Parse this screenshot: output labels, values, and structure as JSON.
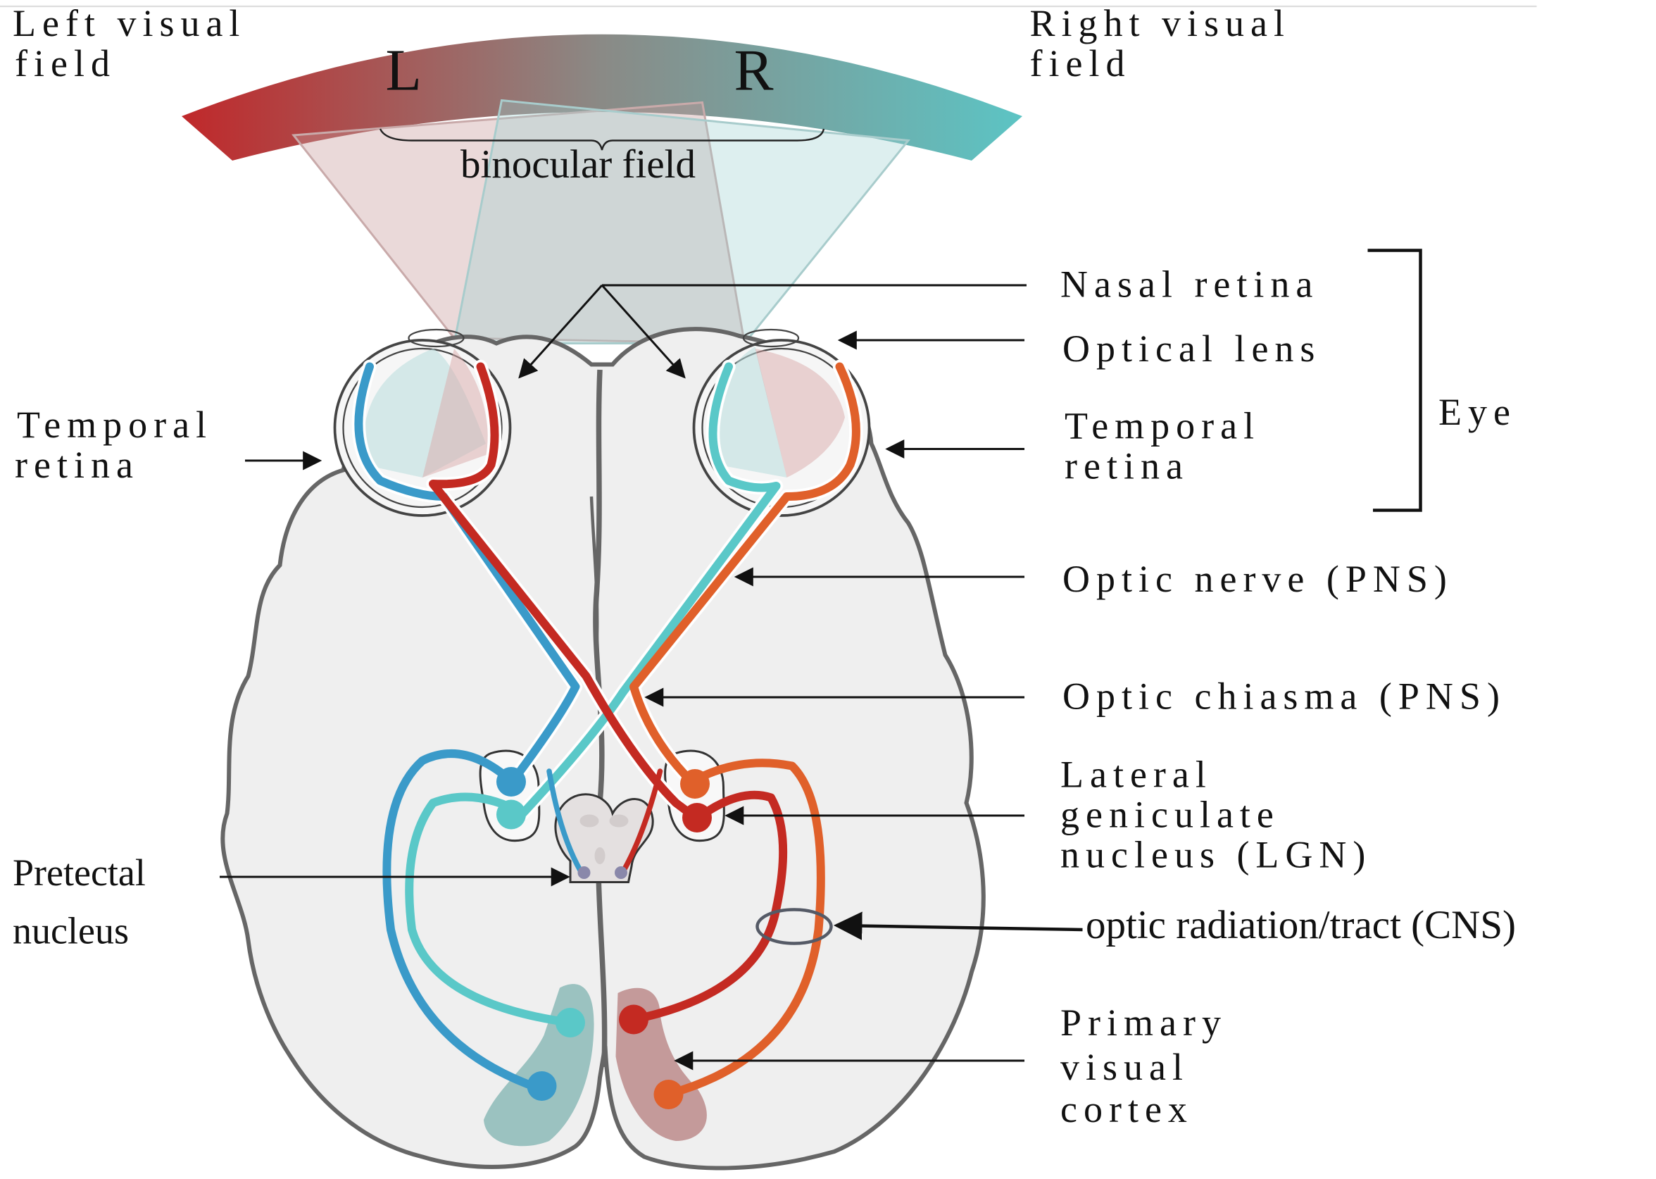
{
  "labels": {
    "left_visual_field": [
      "Left visual",
      "field"
    ],
    "right_visual_field": [
      "Right visual",
      "field"
    ],
    "left_letter": "L",
    "right_letter": "R",
    "binocular_field": "binocular field",
    "nasal_retina": "Nasal retina",
    "optical_lens": "Optical lens",
    "temporal_retina_right": [
      "Temporal",
      "retina"
    ],
    "temporal_retina_left": [
      "Temporal",
      "retina"
    ],
    "eye": "Eye",
    "optic_nerve": "Optic nerve (PNS)",
    "optic_chiasma": "Optic chiasma (PNS)",
    "lgn": [
      "Lateral",
      "geniculate",
      "nucleus (LGN)"
    ],
    "optic_radiation": "optic radiation/tract (CNS)",
    "primary_visual_cortex": [
      "Primary",
      "visual",
      "cortex"
    ],
    "pretectal_nucleus": [
      "Pretectal",
      "nucleus"
    ]
  },
  "colors": {
    "left_field_red": "#c0282a",
    "right_field_teal": "#5cc4c4",
    "pathway_blue": "#3a9ac9",
    "pathway_teal": "#5ac8c8",
    "pathway_red": "#c42a22",
    "pathway_orange": "#e0602a",
    "brain_fill": "#efefef",
    "brain_outline": "#666666"
  }
}
